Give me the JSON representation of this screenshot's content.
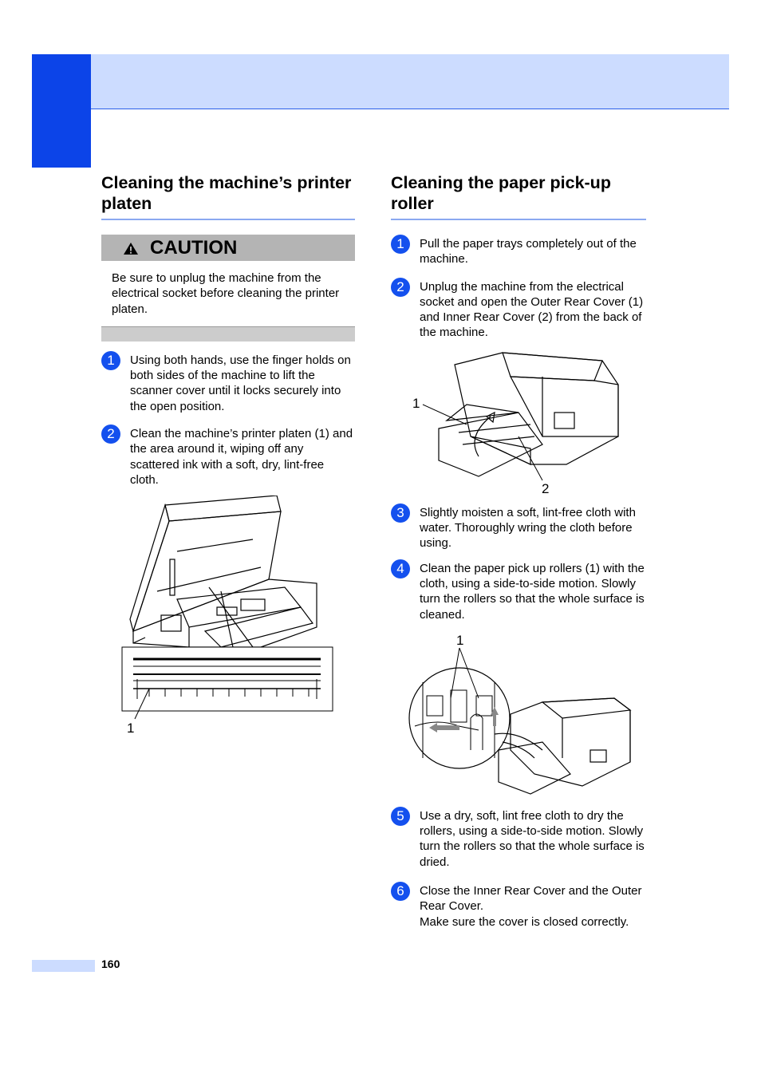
{
  "left": {
    "heading": "Cleaning the machine’s printer platen",
    "caution_title": "CAUTION",
    "caution_text": "Be sure to unplug the machine from the electrical socket before cleaning the printer platen.",
    "steps": [
      {
        "num": "1",
        "text": "Using both hands, use the finger holds on both sides of the machine to lift the scanner cover until it locks securely into the open position."
      },
      {
        "num": "2",
        "text": "Clean the machine’s printer platen (1) and the area around it, wiping off any scattered ink with a soft, dry, lint-free cloth."
      }
    ],
    "figure_label": "1"
  },
  "right": {
    "heading": "Cleaning the paper pick-up roller",
    "steps": [
      {
        "num": "1",
        "text": "Pull the paper trays completely out of the machine."
      },
      {
        "num": "2",
        "text": "Unplug the machine from the electrical socket and open the Outer Rear Cover (1) and Inner Rear Cover (2) from the back of the machine."
      },
      {
        "num": "3",
        "text": "Slightly moisten a soft, lint-free cloth with water. Thoroughly wring the cloth before using."
      },
      {
        "num": "4",
        "text": "Clean the paper pick up rollers (1) with the cloth, using a side-to-side motion. Slowly turn the rollers so that the whole surface is cleaned."
      },
      {
        "num": "5",
        "text": "Use a dry, soft, lint free cloth to dry the rollers, using a side-to-side motion. Slowly turn the rollers so that the whole surface is dried."
      },
      {
        "num": "6",
        "text": "Close the Inner Rear Cover and the Outer Rear Cover.",
        "text2": "Make sure the cover is closed correctly."
      }
    ],
    "figure1_labels": [
      "1",
      "2"
    ],
    "figure2_label": "1"
  },
  "footer": {
    "page_number": "160"
  },
  "colors": {
    "accent": "#0c44e8",
    "band": "#ccdcff",
    "caution_bar": "#b4b4b4"
  },
  "icons": [
    "warning-triangle-icon"
  ]
}
